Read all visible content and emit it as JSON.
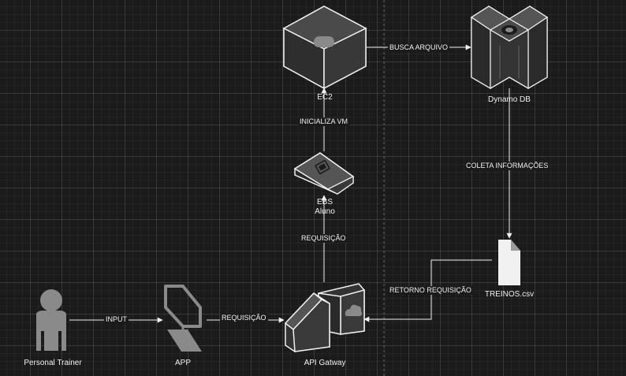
{
  "nodes": {
    "personal_trainer": {
      "label": "Personal Trainer",
      "icon": "user-icon"
    },
    "app": {
      "label": "APP",
      "icon": "computer-icon"
    },
    "api_gateway": {
      "label": "API Gatway",
      "icon": "api-gateway-icon"
    },
    "ebs": {
      "label_line1": "EBS",
      "label_line2": "Aluno",
      "icon": "ebs-volume-icon"
    },
    "ec2": {
      "label": "EC2",
      "icon": "ec2-instance-icon"
    },
    "dynamodb": {
      "label": "Dynamo DB",
      "icon": "dynamodb-icon"
    },
    "treinos": {
      "label": "TREINOS.csv",
      "icon": "file-icon"
    }
  },
  "edges": {
    "input": "INPUT",
    "app_to_gateway": "REQUISIÇÃO",
    "gateway_to_ebs": "REQUISIÇÃO",
    "ebs_to_ec2": "INICIALIZA VM",
    "ec2_to_dynamo": "BUSCA ARQUIVO",
    "dynamo_to_file": "COLETA INFORMAÇÕES",
    "file_to_gateway": "RETORNO REQUISIÇÃO"
  },
  "colors": {
    "background": "#1b1b1b",
    "line": "#f0f0f0",
    "shape_face": "#3a3a3a",
    "shape_top": "#555555",
    "shape_side": "#2a2a2a",
    "icon_gray": "#8a8a8a"
  }
}
